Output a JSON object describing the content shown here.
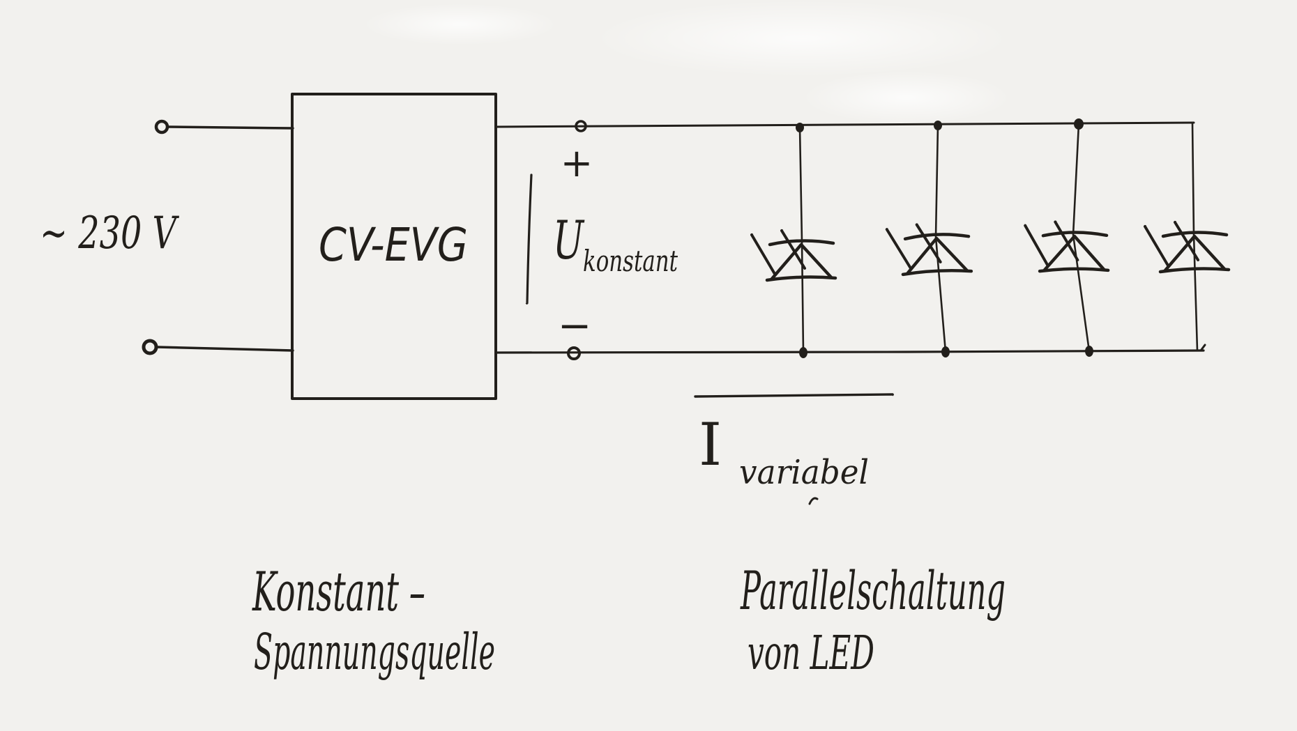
{
  "labels": {
    "supply": "∼ 230 V",
    "converter_box": "CV-EVG",
    "polarity_plus": "+",
    "polarity_minus": "−",
    "voltage_symbol": "U",
    "voltage_subscript": "konstant",
    "current_symbol": "I",
    "current_subscript": "variabel",
    "caption_left_line1": "Konstant –",
    "caption_left_line2": "Spannungsquelle",
    "caption_right_line1": "Parallelschaltung",
    "caption_right_line2": "von LED"
  },
  "colors": {
    "paper": "#f2f1ee",
    "ink": "#221f1b"
  },
  "led_count": 4
}
